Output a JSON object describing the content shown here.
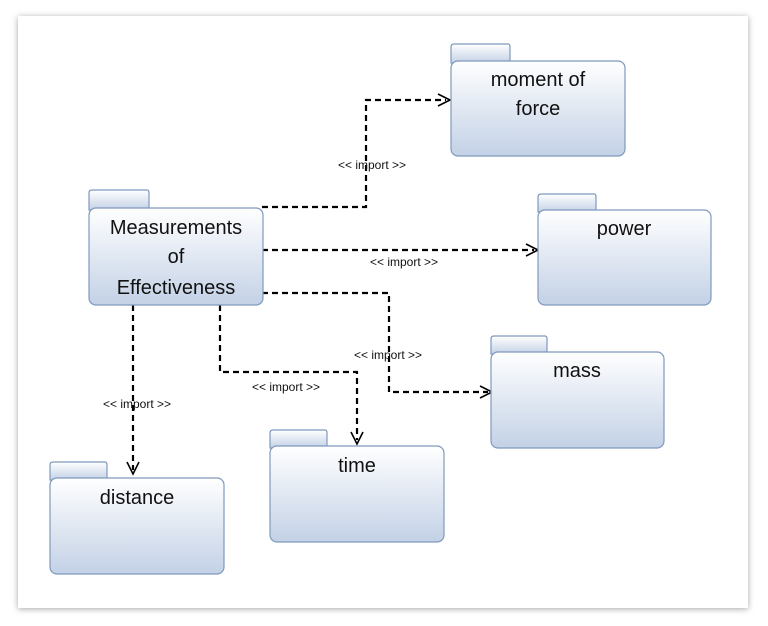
{
  "diagram": {
    "packages": {
      "measurements": {
        "label_lines": [
          "Measurements",
          "of",
          "Effectiveness"
        ]
      },
      "moment_of_force": {
        "label_lines": [
          "moment of",
          "force"
        ]
      },
      "power": {
        "label_lines": [
          "power"
        ]
      },
      "mass": {
        "label_lines": [
          "mass"
        ]
      },
      "time": {
        "label_lines": [
          "time"
        ]
      },
      "distance": {
        "label_lines": [
          "distance"
        ]
      }
    },
    "edges": {
      "to_moment_of_force": {
        "label": "<< import >>"
      },
      "to_power": {
        "label": "<< import >>"
      },
      "to_mass": {
        "label": "<< import >>"
      },
      "to_time": {
        "label": "<< import >>"
      },
      "to_distance": {
        "label": "<< import >>"
      }
    }
  },
  "colors": {
    "package_top": "#ffffff",
    "package_bottom": "#c3d1e6",
    "package_border": "#7f99bd",
    "edge": "#000000"
  }
}
